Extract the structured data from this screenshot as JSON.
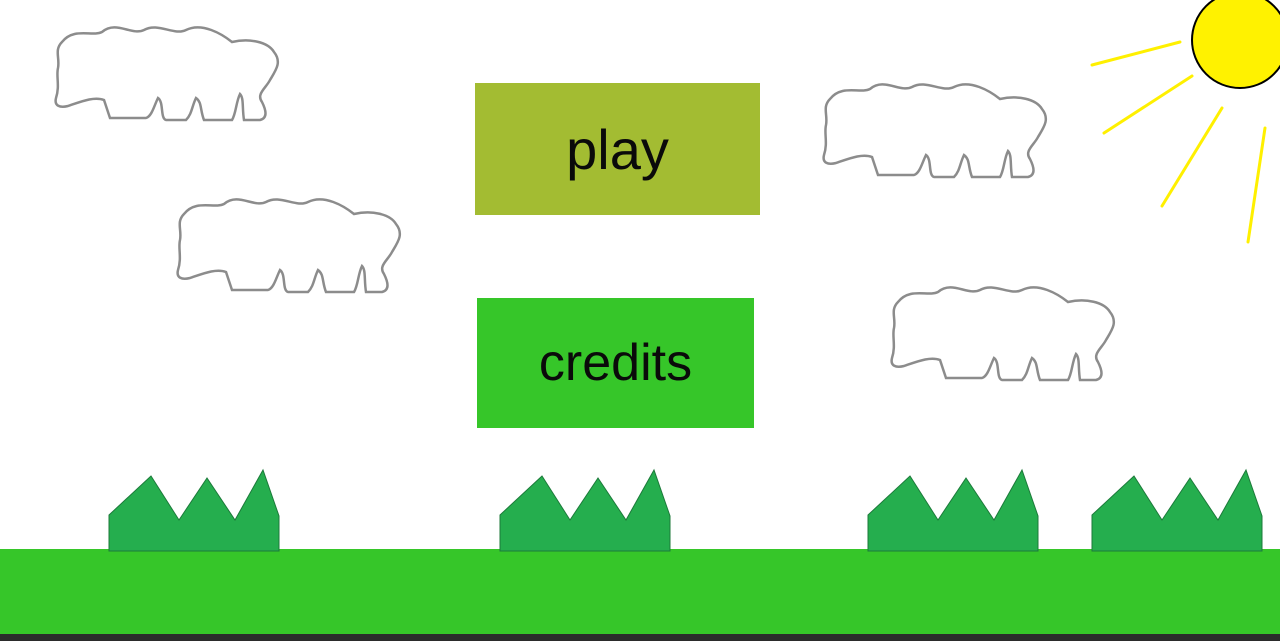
{
  "menu": {
    "play_label": "play",
    "credits_label": "credits"
  },
  "colors": {
    "sky": "#ffffff",
    "play_button": "#a3bc32",
    "credits_button": "#36c629",
    "ground": "#36c629",
    "grass": "#25ae4e",
    "sun": "#fff200",
    "sun_rays": "#fff000",
    "cloud_outline": "#8c8c8c"
  },
  "scene": {
    "cloud_count": 4,
    "grass_patch_count": 4,
    "sun_ray_count": 4
  }
}
